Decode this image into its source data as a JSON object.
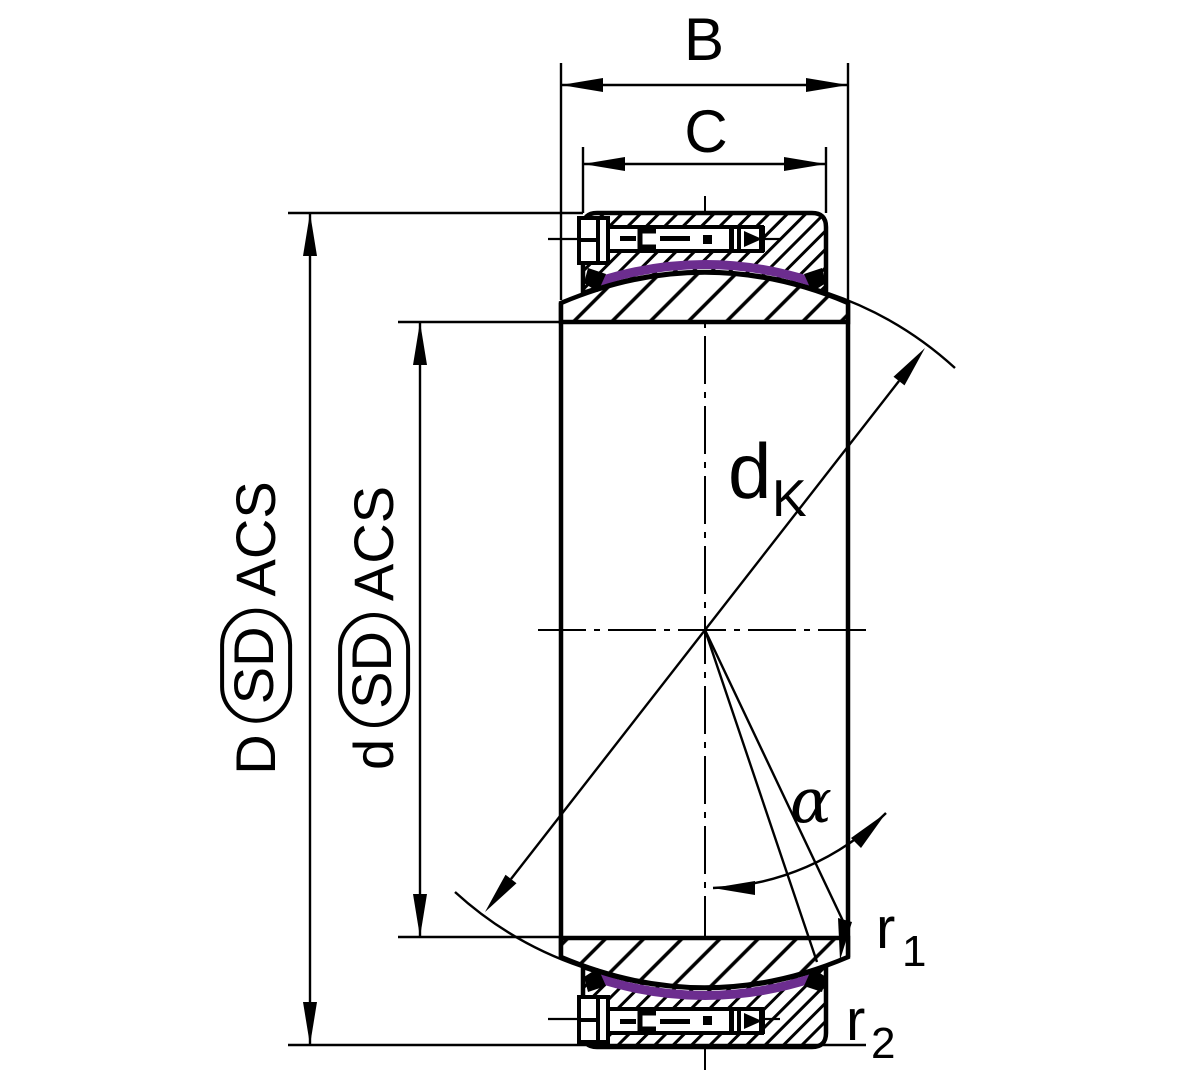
{
  "labels": {
    "width": "B",
    "sphere_width": "C",
    "outer_diameter": {
      "symbol": "D",
      "tolerance": "SD",
      "suffix": "ACS"
    },
    "bore_diameter": {
      "symbol": "d",
      "tolerance": "SD",
      "suffix": "ACS"
    },
    "sphere_diameter": {
      "symbol": "d",
      "subscript": "K"
    },
    "tilt_angle": "α",
    "chamfer_radius_1": {
      "symbol": "r",
      "subscript": "1"
    },
    "chamfer_radius_2": {
      "symbol": "r",
      "subscript": "2"
    }
  },
  "colors": {
    "seal": "#6c2d8f",
    "lines": "#000000",
    "background": "#ffffff"
  }
}
